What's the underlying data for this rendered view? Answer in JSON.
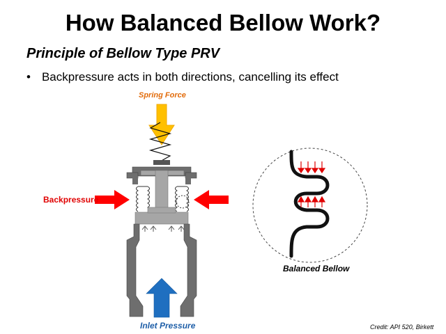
{
  "title": "How Balanced Bellow Work?",
  "subtitle": "Principle of Bellow Type PRV",
  "bullet": {
    "marker": "•",
    "text": "Backpressure acts in both directions, cancelling its effect"
  },
  "labels": {
    "spring_force": "Spring Force",
    "backpressure": "Backpressure",
    "inlet_pressure": "Inlet Pressure",
    "balanced_bellow": "Balanced Bellow"
  },
  "credit": "Credit: API 520,  Birkett",
  "colors": {
    "spring_arrow": "#ffc000",
    "backpressure_arrow": "#ff0000",
    "inlet_arrow": "#1f6fc0",
    "valve_body": "#6e6e6e",
    "disc": "#a6a6a6"
  }
}
